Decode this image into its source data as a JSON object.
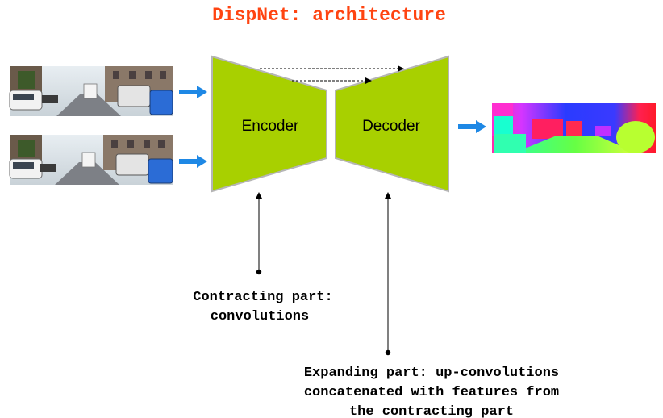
{
  "title": "DispNet: architecture",
  "blocks": {
    "encoder": "Encoder",
    "decoder": "Decoder"
  },
  "captions": {
    "contracting": [
      "Contracting part:",
      "convolutions"
    ],
    "expanding": [
      "Expanding part: up-convolutions",
      "concatenated with features from",
      "the contracting part"
    ]
  },
  "images": {
    "input_left": "street-scene-photo-left",
    "input_right": "street-scene-photo-right",
    "output": "disparity-map-image"
  },
  "colors": {
    "title": "#ff4411",
    "trapezoid_fill": "#a8d000",
    "trapezoid_stroke": "#b5b5b5",
    "arrow_blue": "#1e88e5",
    "line": "#000000"
  }
}
